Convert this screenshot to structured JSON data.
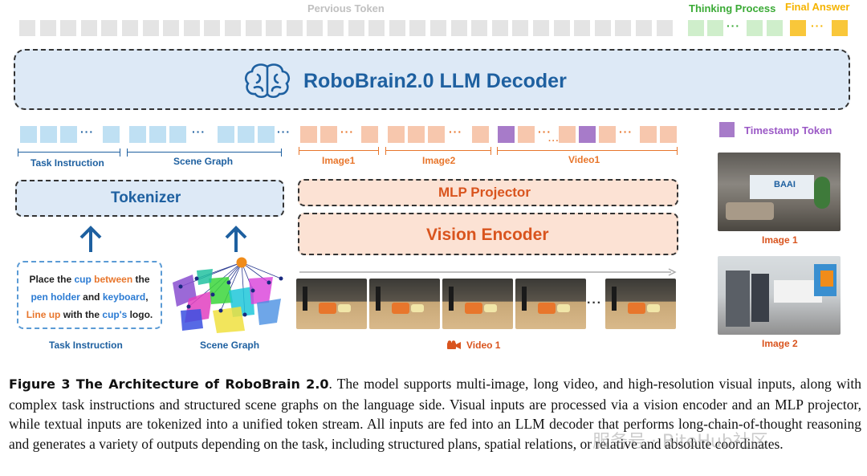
{
  "header": {
    "previous_token_label": "Pervious Token",
    "thinking_label": "Thinking Process",
    "final_label": "Final Answer"
  },
  "decoder": {
    "title": "RoboBrain2.0 LLM Decoder",
    "icon": "brain-icon"
  },
  "legend": {
    "timestamp_label": "Timestamp Token"
  },
  "segments": {
    "task_instruction": "Task Instruction",
    "scene_graph": "Scene Graph",
    "image1": "Image1",
    "image2": "Image2",
    "video1": "Video1"
  },
  "modules": {
    "tokenizer": "Tokenizer",
    "mlp_projector": "MLP Projector",
    "vision_encoder": "Vision Encoder"
  },
  "task_text": {
    "line1": [
      "Place the ",
      "cup",
      " between",
      " the"
    ],
    "line2": [
      "pen holder",
      " and ",
      "keyboard",
      ","
    ],
    "line3": [
      "Line up",
      " with the ",
      "cup's",
      " logo."
    ]
  },
  "bottom_labels": {
    "task_instruction": "Task Instruction",
    "scene_graph": "Scene Graph",
    "video": "Video 1",
    "image1": "Image 1",
    "image2": "Image 2",
    "ellipsis": "···"
  },
  "image_wall_text": "BAAI",
  "caption": {
    "figure_label": "Figure 3  The Architecture of RoboBrain 2.0",
    "body": ". The model supports multi-image, long video, and high-resolution visual inputs, along with complex task instructions and structured scene graphs on the language side. Visual inputs are processed via a vision encoder and an MLP projector, while textual inputs are tokenized into a unified token stream. All inputs are fed into an LLM decoder that performs long-chain-of-thought reasoning and generates a variety of outputs depending on the task, including structured plans, spatial relations, or relative and absolute coordinates."
  },
  "watermark": "服务号 · BiteHub社区",
  "colors": {
    "blue_accent": "#1e60a0",
    "orange_accent": "#e8762c",
    "green_label": "#3aaa35",
    "yellow_label": "#f5b400",
    "purple_label": "#9b59c6"
  }
}
